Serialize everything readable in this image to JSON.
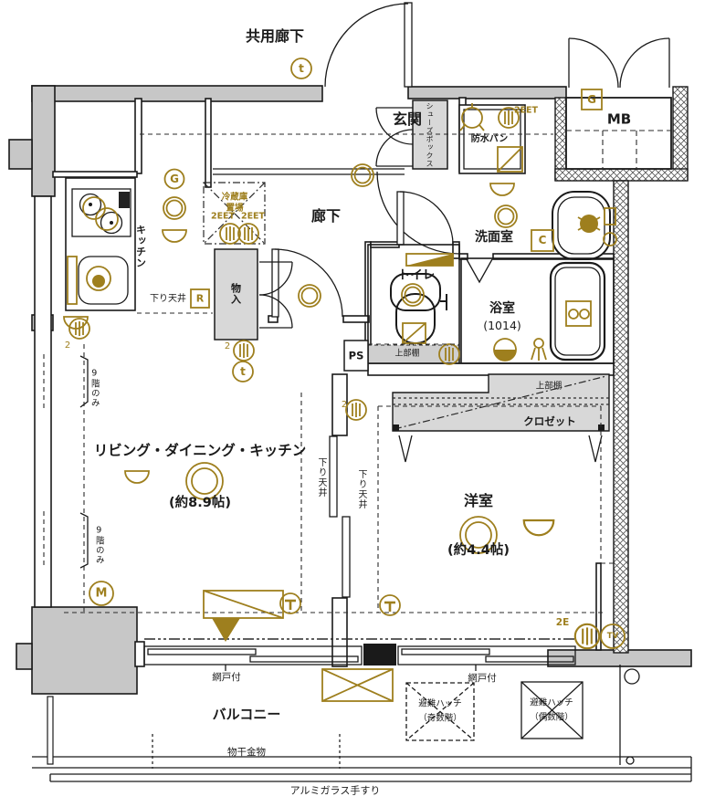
{
  "colors": {
    "accent_gold": "#9e7f1e",
    "wall_fill": "#c7c7c7",
    "cabinet_fill": "#d8d8d8",
    "line": "#1a1a1a"
  },
  "labels": {
    "corridor": "共用廊下",
    "entrance": "玄関",
    "hallway": "廊下",
    "kitchen": "キッチン",
    "washroom": "洗面室",
    "toilet": "トイレ",
    "toilet_shelf": "上部棚",
    "bath": "浴室",
    "bath_size": "(1014)",
    "ldk": "リビング・ダイニング・キッチン",
    "ldk_size": "(約8.9帖)",
    "western": "洋室",
    "western_size": "(約4.4帖)",
    "closet": "クロゼット",
    "closet_shelf": "上部棚",
    "storage": "物入",
    "shoe_box": "シューズボックス",
    "fridge_line1": "冷蔵庫",
    "fridge_line2": "置場",
    "waterproof_pan": "防水パン",
    "meter_box": "MB",
    "pipe_space": "PS",
    "balcony": "バルコニー",
    "screen_door": "網戸付",
    "laundry": "物干金物",
    "handrail": "アルミガラス手すり",
    "hatch_line1": "避難ハッチ",
    "hatch_odd_line2": "（奇数階）",
    "hatch_even_line2": "（偶数階）",
    "lowered_ceiling": "下り天井",
    "ninth_floor_only": "9階のみ",
    "outlet_2eet": "2EET",
    "outlet_2e": "2E",
    "tv": "TV",
    "outlet_count2": "2"
  },
  "markers": {
    "g": "G",
    "r": "R",
    "c": "C",
    "m": "M",
    "t": "t"
  }
}
